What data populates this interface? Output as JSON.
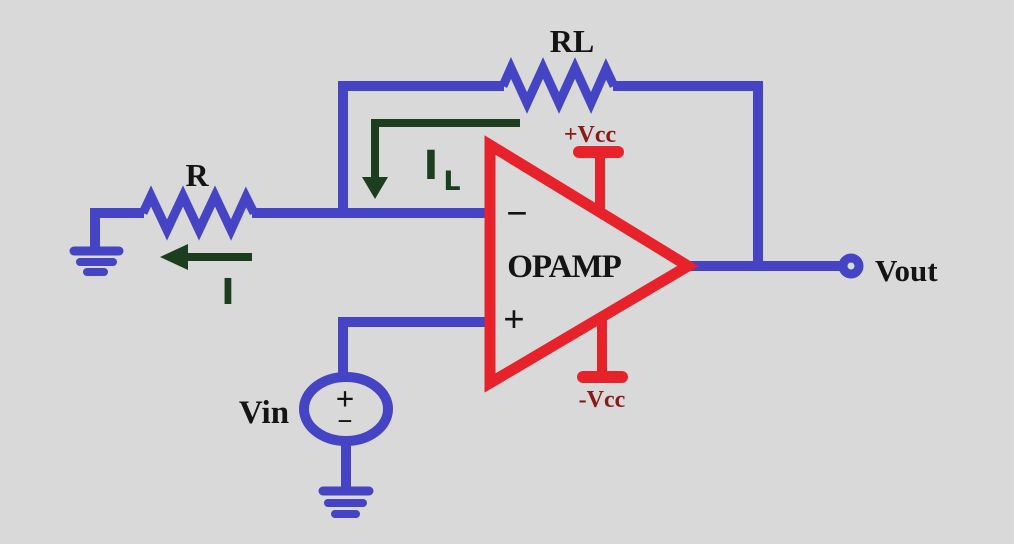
{
  "diagram_title": "opamp-inverting-amplifier-circuit",
  "colors": {
    "background": "#d9d9d9",
    "wire": "#4444c5",
    "opamp": "#e8222a",
    "current": "#1c3e1e",
    "text": "#141414",
    "vcc": "#8a1a17"
  },
  "labels": {
    "feedback_resistor": "RL",
    "input_resistor": "R",
    "input_current": "I",
    "load_current_main": "I",
    "load_current_sub": "L",
    "opamp": "OPAMP",
    "inverting_input": "−",
    "noninverting_input": "+",
    "positive_supply": "+Vcc",
    "negative_supply": "-Vcc",
    "input_source": "Vin",
    "source_plus": "+",
    "source_minus": "−",
    "output": "Vout"
  }
}
